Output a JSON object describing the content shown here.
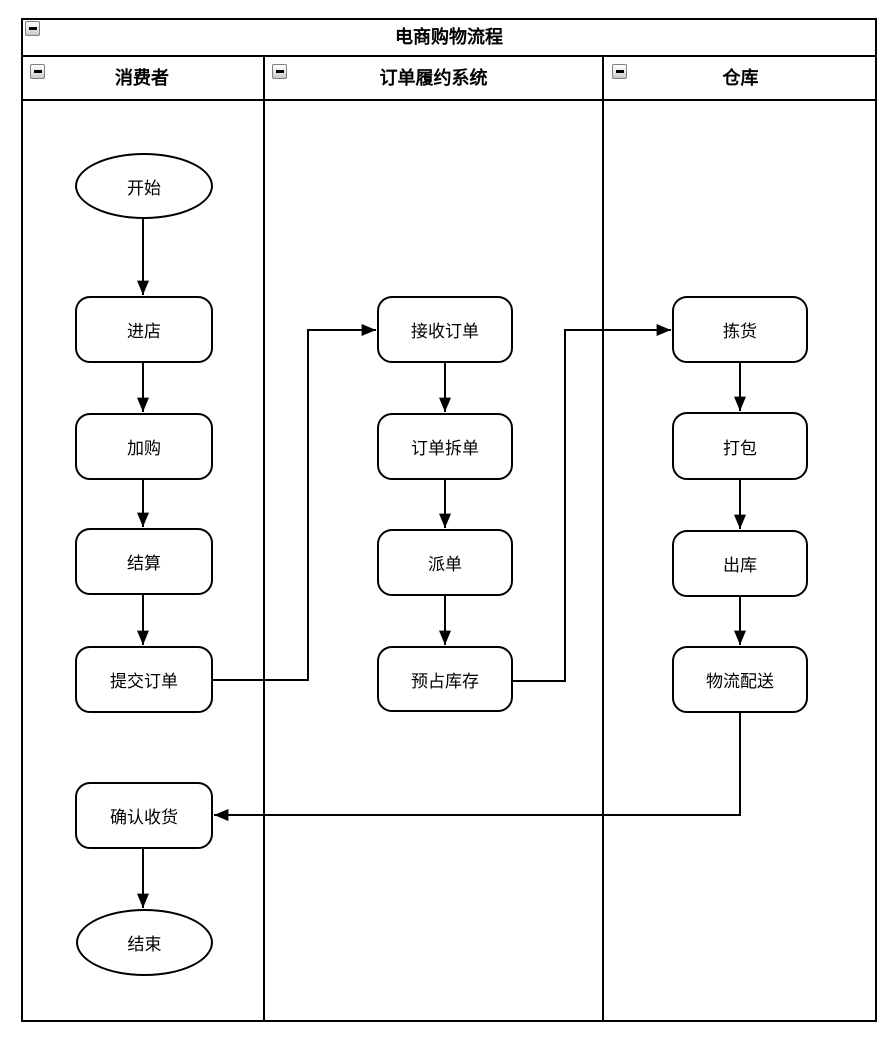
{
  "diagram": {
    "title": "电商购物流程"
  },
  "icons": {
    "collapse": "minus"
  },
  "lanes": [
    {
      "label": "消费者"
    },
    {
      "label": "订单履约系统"
    },
    {
      "label": "仓库"
    }
  ],
  "nodes": [
    {
      "id": "start",
      "label": "开始",
      "shape": "ellipse",
      "lane": 0
    },
    {
      "id": "enter-store",
      "label": "进店",
      "shape": "rect",
      "lane": 0
    },
    {
      "id": "add-to-cart",
      "label": "加购",
      "shape": "rect",
      "lane": 0
    },
    {
      "id": "checkout",
      "label": "结算",
      "shape": "rect",
      "lane": 0
    },
    {
      "id": "submit-order",
      "label": "提交订单",
      "shape": "rect",
      "lane": 0
    },
    {
      "id": "confirm-receipt",
      "label": "确认收货",
      "shape": "rect",
      "lane": 0
    },
    {
      "id": "end",
      "label": "结束",
      "shape": "ellipse",
      "lane": 0
    },
    {
      "id": "receive-order",
      "label": "接收订单",
      "shape": "rect",
      "lane": 1
    },
    {
      "id": "split-order",
      "label": "订单拆单",
      "shape": "rect",
      "lane": 1
    },
    {
      "id": "dispatch-order",
      "label": "派单",
      "shape": "rect",
      "lane": 1
    },
    {
      "id": "reserve-inventory",
      "label": "预占库存",
      "shape": "rect",
      "lane": 1
    },
    {
      "id": "pick-goods",
      "label": "拣货",
      "shape": "rect",
      "lane": 2
    },
    {
      "id": "pack",
      "label": "打包",
      "shape": "rect",
      "lane": 2
    },
    {
      "id": "outbound",
      "label": "出库",
      "shape": "rect",
      "lane": 2
    },
    {
      "id": "logistics-delivery",
      "label": "物流配送",
      "shape": "rect",
      "lane": 2
    }
  ],
  "edges": [
    {
      "from": "start",
      "to": "enter-store"
    },
    {
      "from": "enter-store",
      "to": "add-to-cart"
    },
    {
      "from": "add-to-cart",
      "to": "checkout"
    },
    {
      "from": "checkout",
      "to": "submit-order"
    },
    {
      "from": "submit-order",
      "to": "receive-order"
    },
    {
      "from": "receive-order",
      "to": "split-order"
    },
    {
      "from": "split-order",
      "to": "dispatch-order"
    },
    {
      "from": "dispatch-order",
      "to": "reserve-inventory"
    },
    {
      "from": "reserve-inventory",
      "to": "pick-goods"
    },
    {
      "from": "pick-goods",
      "to": "pack"
    },
    {
      "from": "pack",
      "to": "outbound"
    },
    {
      "from": "outbound",
      "to": "logistics-delivery"
    },
    {
      "from": "logistics-delivery",
      "to": "confirm-receipt"
    },
    {
      "from": "confirm-receipt",
      "to": "end"
    }
  ],
  "colors": {
    "stroke": "#000000",
    "background": "#ffffff",
    "button_border": "#7f7f7f"
  }
}
